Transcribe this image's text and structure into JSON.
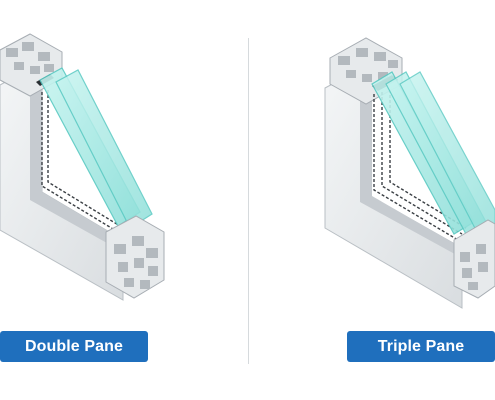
{
  "labels": {
    "double": "Double Pane",
    "triple": "Triple Pane"
  },
  "colors": {
    "label_bg": "#1f6fbd",
    "label_text": "#ffffff",
    "frame_light": "#eef0f2",
    "frame_mid": "#d3d7db",
    "frame_dark": "#a9afb5",
    "glass": "#9fe7e2",
    "glass_edge": "#58c9c2",
    "spacer": "#2b2f33"
  },
  "illustrations": [
    {
      "name": "double-pane-window-cross-section",
      "panes": 2
    },
    {
      "name": "triple-pane-window-cross-section",
      "panes": 3
    }
  ]
}
